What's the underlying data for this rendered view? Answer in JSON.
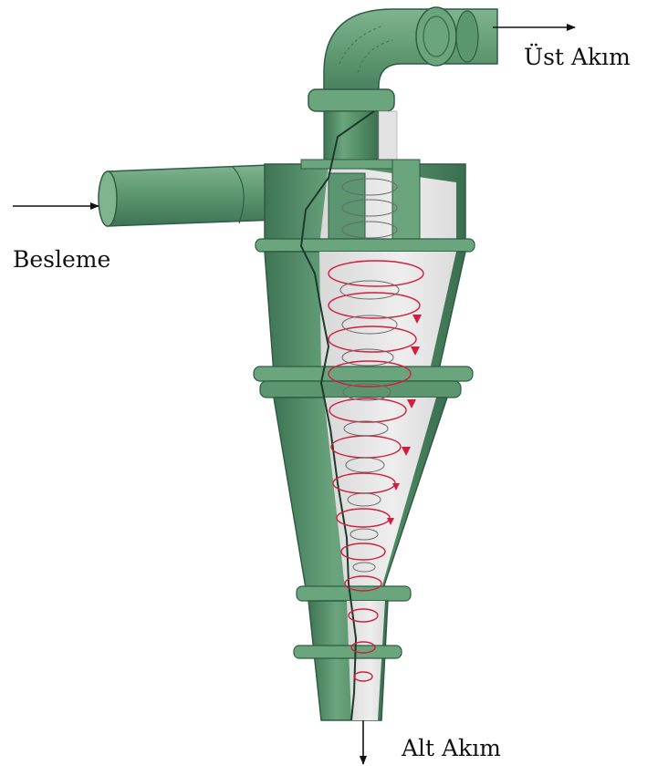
{
  "labels": {
    "overflow": "Üst Akım",
    "feed": "Besleme",
    "underflow": "Alt Akım"
  },
  "colors": {
    "body": "#5b9670",
    "body_dark": "#3e7454",
    "body_light": "#7fb48f",
    "interior": "#e6e6e6",
    "spiral": "#d21e3c",
    "inner_spiral": "#6a6a6a",
    "arrow": "#111111"
  }
}
